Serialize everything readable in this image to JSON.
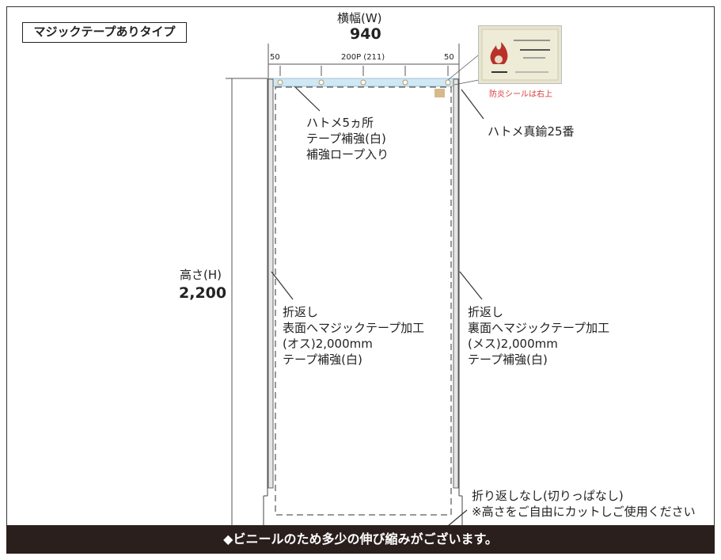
{
  "type_label": "マジックテープありタイプ",
  "width": {
    "label": "横幅(W)",
    "value": "940"
  },
  "height": {
    "label": "高さ(H)",
    "value": "2,200"
  },
  "dimension_marks": {
    "left": "50",
    "center": "200P (211)",
    "right": "50"
  },
  "seal_caption": "防炎シールは右上",
  "top_note": [
    "ハトメ5ヵ所",
    "テープ補強(白)",
    "補強ロープ入り"
  ],
  "grommet_note": "ハトメ真鍮25番",
  "left_fold": [
    "折返し",
    "表面へマジックテープ加工",
    "(オス)2,000mm",
    "テープ補強(白)"
  ],
  "right_fold": [
    "折返し",
    "裏面へマジックテープ加工",
    "(メス)2,000mm",
    "テープ補強(白)"
  ],
  "bottom_note": [
    "折り返しなし(切りっぱなし)",
    "※高さをご自由にカットしご使用ください"
  ],
  "footer": "◆ビニールのため多少の伸び縮みがございます。"
}
